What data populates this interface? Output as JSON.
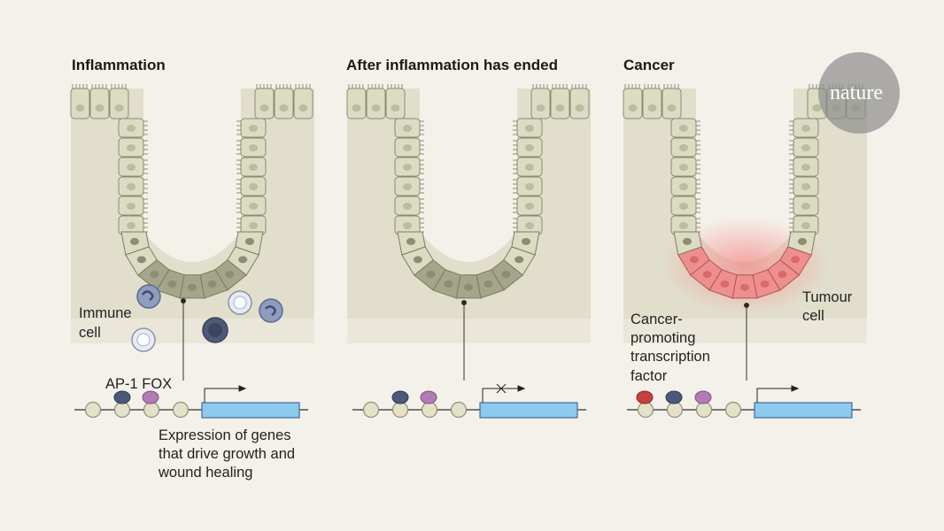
{
  "logo": {
    "text": "nature"
  },
  "colors": {
    "background": "#f4f1ea",
    "tissue": "#e2decc",
    "cell": "#dcdcc4",
    "cell_dark": "#a4a58a",
    "tumour_cell": "#ee8f8f",
    "immune_cell": "#8f9cc0",
    "gene_box": "#8ec9ee",
    "ap1": "#4a5a78",
    "fox": "#b47cb4",
    "cancer_factor": "#c5403f"
  },
  "panels": [
    {
      "title": "Inflammation",
      "labels": {
        "immune_cell": [
          "Immune",
          "cell"
        ],
        "factors": "AP-1 FOX",
        "expression": [
          "Expression of genes",
          "that drive growth and",
          "wound healing"
        ]
      }
    },
    {
      "title": "After inflammation has ended"
    },
    {
      "title": "Cancer",
      "labels": {
        "tumour_cell": [
          "Tumour",
          "cell"
        ],
        "factor": [
          "Cancer-",
          "promoting",
          "transcription",
          "factor"
        ]
      }
    }
  ]
}
